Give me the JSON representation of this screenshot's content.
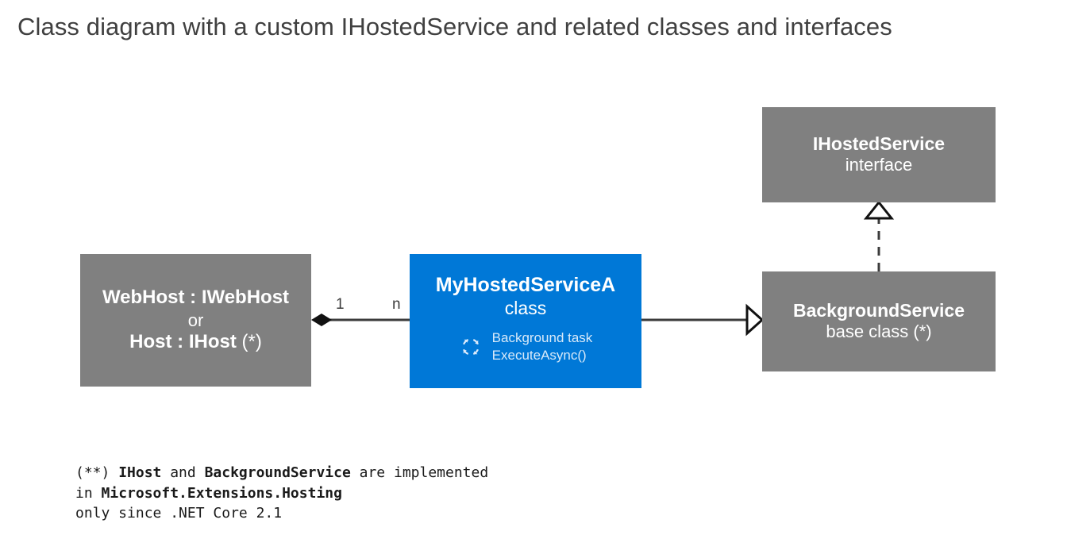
{
  "title": "Class diagram with a custom IHostedService and related classes and interfaces",
  "colors": {
    "gray_box": "#808080",
    "blue_box": "#0078D7",
    "title_text": "#404040",
    "connector": "#3C3C3C",
    "box_text": "#FFFFFF"
  },
  "boxes": {
    "webhost": {
      "line1": "WebHost : IWebHost",
      "line2": "or",
      "line3_bold": "Host : IHost",
      "line3_reg": "(*)",
      "stereotype": ""
    },
    "myhostedservice": {
      "name": "MyHostedServiceA",
      "stereotype": "class",
      "task_line1": "Background task",
      "task_line2": "ExecuteAsync()",
      "icon": "background-task-loop-icon"
    },
    "ihostedservice": {
      "name": "IHostedService",
      "stereotype": "interface"
    },
    "backgroundservice": {
      "name": "BackgroundService",
      "stereotype": "base class (*)"
    }
  },
  "connectors": {
    "composition": {
      "type": "composition",
      "source_multiplicity": "1",
      "target_multiplicity": "n",
      "from": "webhost",
      "to": "myhostedservice",
      "marker": "filled-diamond"
    },
    "generalization": {
      "type": "generalization",
      "from": "myhostedservice",
      "to": "backgroundservice",
      "marker": "hollow-triangle",
      "line": "solid"
    },
    "realization": {
      "type": "realization",
      "from": "backgroundservice",
      "to": "ihostedservice",
      "marker": "hollow-triangle",
      "line": "dashed"
    }
  },
  "footnote": {
    "line1_a": "(**) ",
    "line1_b": "IHost",
    "line1_c": " and ",
    "line1_d": "BackgroundService",
    "line1_e": " are implemented",
    "line2_a": "in ",
    "line2_b": "Microsoft.Extensions.Hosting",
    "line3": "only since .NET Core 2.1"
  }
}
